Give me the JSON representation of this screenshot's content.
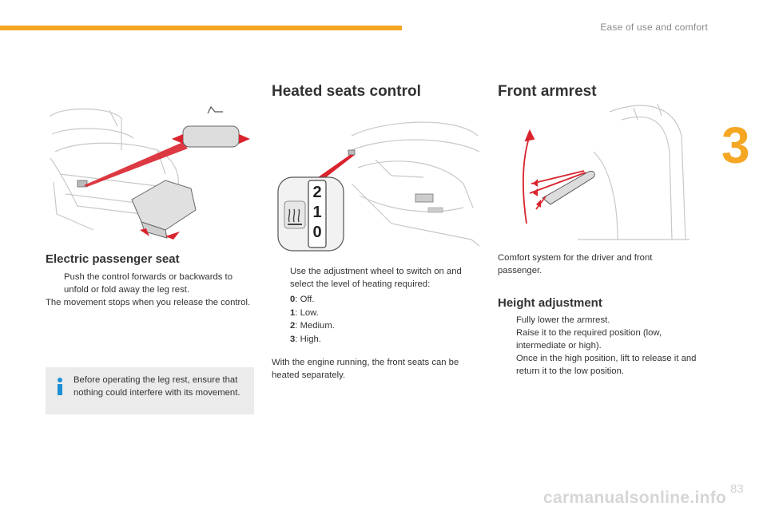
{
  "header": {
    "section_title": "Ease of use and comfort",
    "chapter_number": "3",
    "page_number": "83",
    "accent_color": "#f5a623"
  },
  "footer": {
    "watermark": "carmanualsonline.info"
  },
  "electric_seat": {
    "title": "Electric passenger seat",
    "bullet": "Push the control forwards or backwards to unfold or fold away the leg rest.",
    "note": "The movement stops when you release the control.",
    "info_box": "Before operating the leg rest, ensure that nothing could interfere with its movement.",
    "info_icon": "info-icon"
  },
  "heated_seats": {
    "title": "Heated seats control",
    "bullet": "Use the adjustment wheel to switch on and select the level of heating required:",
    "levels": [
      {
        "key": "0",
        "label": ": Off."
      },
      {
        "key": "1",
        "label": ": Low."
      },
      {
        "key": "2",
        "label": ": Medium."
      },
      {
        "key": "3",
        "label": ": High."
      }
    ],
    "wheel_digits": [
      "2",
      "1",
      "0"
    ],
    "note": "With the engine running, the front seats can be heated separately."
  },
  "armrest": {
    "title": "Front armrest",
    "intro": "Comfort system for the driver and front passenger.",
    "height_title": "Height adjustment",
    "bullets": [
      "Fully lower the armrest.",
      "Raise it to the required position (low, intermediate or high).",
      "Once in the high position, lift to release it and return it to the low position."
    ]
  },
  "bullet_marker": "",
  "colors": {
    "arrow_red": "#d9232d",
    "info_blue": "#1e8fd6",
    "box_grey": "#ebebeb"
  }
}
